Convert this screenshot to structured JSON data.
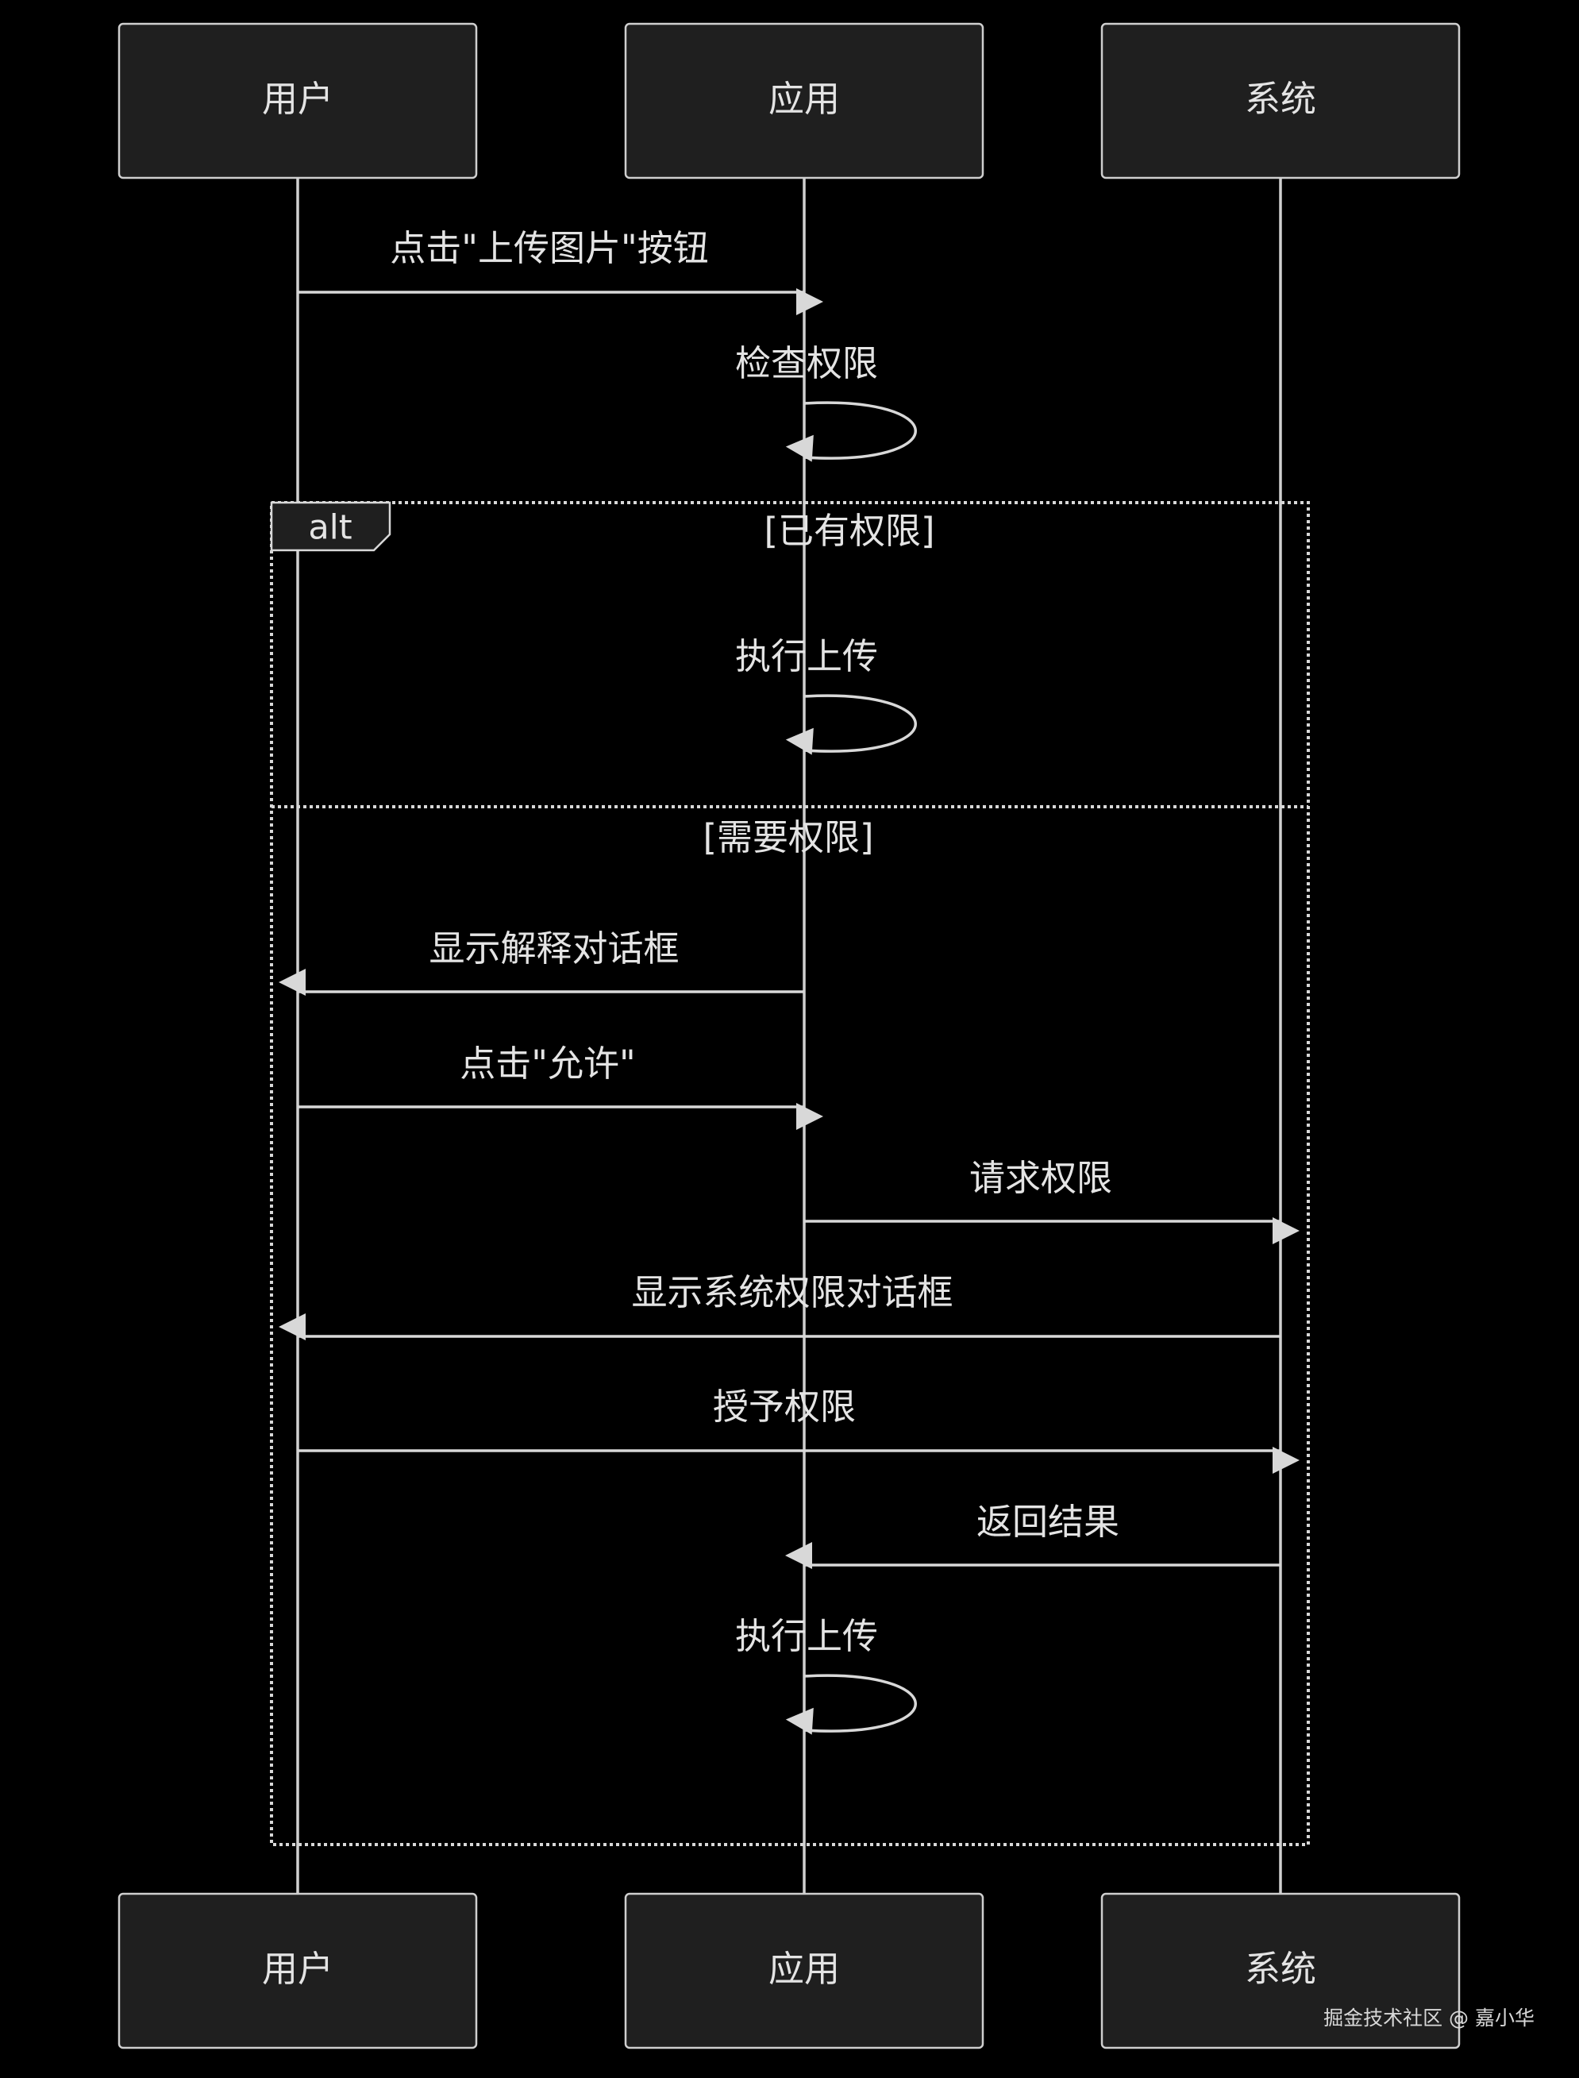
{
  "participants": [
    {
      "id": "user",
      "label": "用户"
    },
    {
      "id": "app",
      "label": "应用"
    },
    {
      "id": "system",
      "label": "系统"
    }
  ],
  "messages": [
    {
      "from": "user",
      "to": "app",
      "label": "点击\"上传图片\"按钮"
    },
    {
      "from": "app",
      "to": "app",
      "label": "检查权限"
    },
    {
      "from": "app",
      "to": "app",
      "label": "执行上传"
    },
    {
      "from": "app",
      "to": "user",
      "label": "显示解释对话框"
    },
    {
      "from": "user",
      "to": "app",
      "label": "点击\"允许\""
    },
    {
      "from": "app",
      "to": "system",
      "label": "请求权限"
    },
    {
      "from": "system",
      "to": "user",
      "label": "显示系统权限对话框"
    },
    {
      "from": "user",
      "to": "system",
      "label": "授予权限"
    },
    {
      "from": "system",
      "to": "app",
      "label": "返回结果"
    },
    {
      "from": "app",
      "to": "app",
      "label": "执行上传"
    }
  ],
  "fragment": {
    "keyword": "alt",
    "guards": [
      "[已有权限]",
      "[需要权限]"
    ]
  },
  "watermark": "掘金技术社区 @ 嘉小华"
}
